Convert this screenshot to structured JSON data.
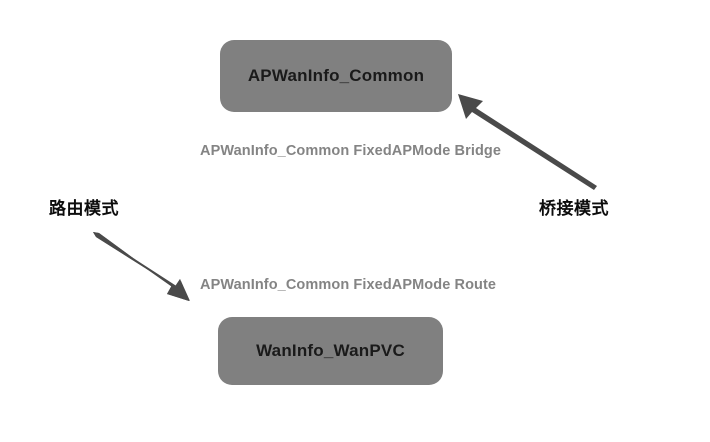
{
  "diagram": {
    "title": "APWanInfo_Common mode branching",
    "background_color": "#ffffff",
    "node_fill_color": "#808080",
    "node_text_color": "#1a1a1a",
    "edge_label_color": "#848484",
    "mode_label_color": "#0d0d0d",
    "arrow_color": "#4a4a4a",
    "nodes": [
      {
        "id": "top",
        "label": "APWanInfo_Common"
      },
      {
        "id": "bottom",
        "label": "WanInfo_WanPVC"
      }
    ],
    "edge_labels": [
      {
        "id": "bridge",
        "text": "APWanInfo_Common FixedAPMode Bridge"
      },
      {
        "id": "route",
        "text": "APWanInfo_Common FixedAPMode Route"
      }
    ],
    "mode_labels": [
      {
        "id": "route",
        "text": "路由模式"
      },
      {
        "id": "bridge",
        "text": "桥接模式"
      }
    ],
    "arrows": [
      {
        "id": "route-arrow",
        "direction": "down-right",
        "from": "路由模式",
        "to": "APWanInfo_Common FixedAPMode Route"
      },
      {
        "id": "bridge-arrow",
        "direction": "up-left",
        "from": "桥接模式",
        "to": "APWanInfo_Common"
      }
    ]
  }
}
